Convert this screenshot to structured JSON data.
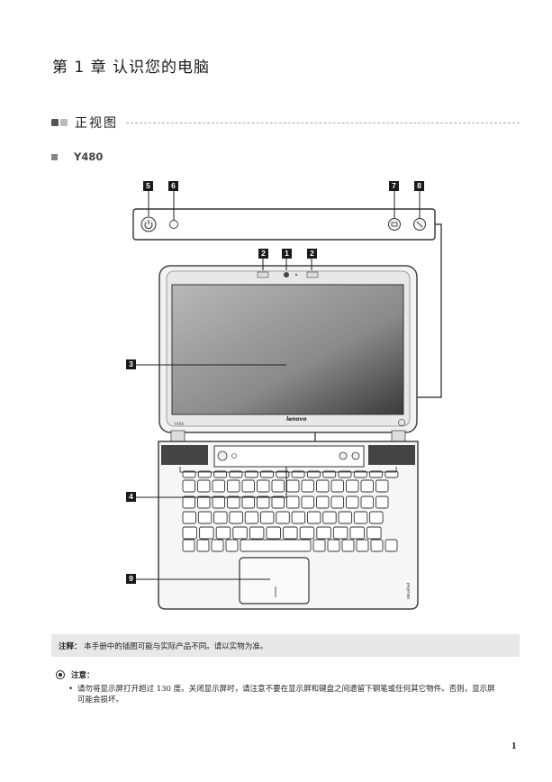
{
  "chapter_title": "第 1 章 认识您的电脑",
  "section_title": "正视图",
  "model": "Y480",
  "callouts": {
    "c5": "5",
    "c6": "6",
    "c7": "7",
    "c8": "8",
    "c2a": "2",
    "c1": "1",
    "c2b": "2",
    "c3": "3",
    "c4": "4",
    "c9": "9"
  },
  "laptop": {
    "brand": "lenovo",
    "side_brand": "IdeaPad"
  },
  "note": {
    "label": "注释：",
    "text": "本手册中的插图可能与实际产品不同。请以实物为准。"
  },
  "caution": {
    "label": "注意：",
    "text": "请勿将显示屏打开超过 130 度。关闭显示屏时，请注意不要在显示屏和键盘之间遗留下钢笔或任何其它物件。否则，显示屏可能会损坏。"
  },
  "page_number": "1"
}
